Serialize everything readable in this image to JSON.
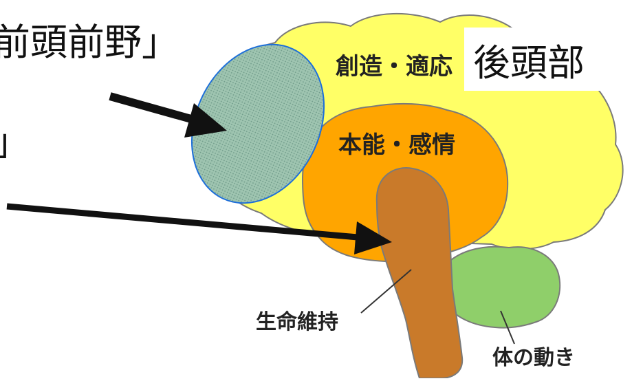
{
  "labels": {
    "prefrontal_quote": "前頭前野」",
    "left_bracket": "」",
    "occipital": "後頭部",
    "creativity": "創造・適応",
    "instinct": "本能・感情",
    "life": "生命維持",
    "body_movement": "体の動き"
  },
  "colors": {
    "cerebrum": "#ffff66",
    "limbic": "#ffa500",
    "brainstem": "#c97a2a",
    "cerebellum": "#8fcf6a",
    "prefrontal_fill": "#8fb39f",
    "prefrontal_stroke": "#1e6fd9",
    "outline": "#7a7a7a",
    "arrow": "#111111"
  }
}
